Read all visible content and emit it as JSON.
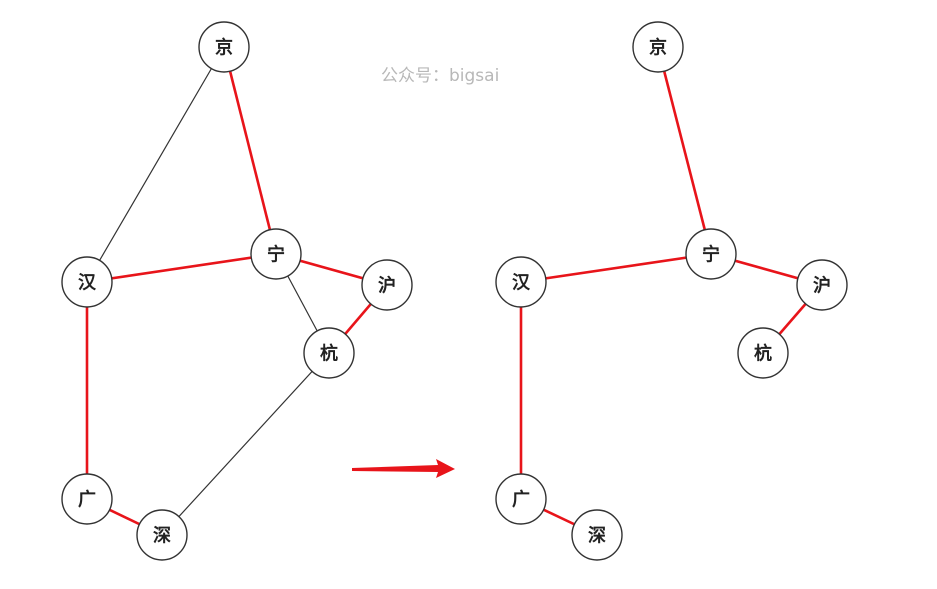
{
  "watermark": "公众号：bigsai",
  "colors": {
    "highlight": "#e8141a",
    "normal_edge": "#333333",
    "node_stroke": "#333333",
    "arrow": "#e8141a"
  },
  "graphs": {
    "before": {
      "nodes": [
        {
          "id": "jing",
          "label": "京"
        },
        {
          "id": "ning",
          "label": "宁"
        },
        {
          "id": "han",
          "label": "汉"
        },
        {
          "id": "hu",
          "label": "沪"
        },
        {
          "id": "hang",
          "label": "杭"
        },
        {
          "id": "guang",
          "label": "广"
        },
        {
          "id": "shen",
          "label": "深"
        }
      ],
      "edges": [
        {
          "from": "jing",
          "to": "han",
          "highlight": false
        },
        {
          "from": "jing",
          "to": "ning",
          "highlight": true
        },
        {
          "from": "han",
          "to": "ning",
          "highlight": true
        },
        {
          "from": "ning",
          "to": "hu",
          "highlight": true
        },
        {
          "from": "ning",
          "to": "hang",
          "highlight": false
        },
        {
          "from": "hu",
          "to": "hang",
          "highlight": true
        },
        {
          "from": "han",
          "to": "guang",
          "highlight": true
        },
        {
          "from": "guang",
          "to": "shen",
          "highlight": true
        },
        {
          "from": "hang",
          "to": "shen",
          "highlight": false
        }
      ]
    },
    "after": {
      "nodes": [
        {
          "id": "jing",
          "label": "京"
        },
        {
          "id": "ning",
          "label": "宁"
        },
        {
          "id": "han",
          "label": "汉"
        },
        {
          "id": "hu",
          "label": "沪"
        },
        {
          "id": "hang",
          "label": "杭"
        },
        {
          "id": "guang",
          "label": "广"
        },
        {
          "id": "shen",
          "label": "深"
        }
      ],
      "edges": [
        {
          "from": "jing",
          "to": "ning",
          "highlight": true
        },
        {
          "from": "han",
          "to": "ning",
          "highlight": true
        },
        {
          "from": "ning",
          "to": "hu",
          "highlight": true
        },
        {
          "from": "hu",
          "to": "hang",
          "highlight": true
        },
        {
          "from": "han",
          "to": "guang",
          "highlight": true
        },
        {
          "from": "guang",
          "to": "shen",
          "highlight": true
        }
      ]
    }
  }
}
